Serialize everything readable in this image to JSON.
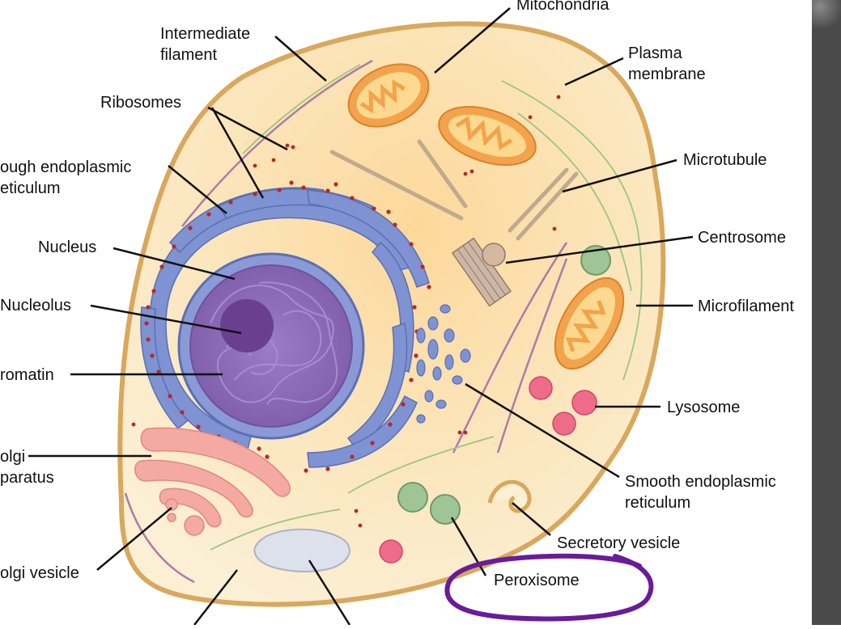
{
  "labels": {
    "mitochondria": "Mitochondria",
    "intermediate_filament_1": "Intermediate",
    "intermediate_filament_2": "filament",
    "plasma_membrane_1": "Plasma",
    "plasma_membrane_2": "membrane",
    "ribosomes": "Ribosomes",
    "rough_er_1": "ough endoplasmic",
    "rough_er_2": "eticulum",
    "microtubule": "Microtubule",
    "nucleus": "Nucleus",
    "centrosome": "Centrosome",
    "nucleolus": "Nucleolus",
    "microfilament": "Microfilament",
    "chromatin": "romatin",
    "lysosome": "Lysosome",
    "golgi_1": "olgi",
    "golgi_2": "paratus",
    "smooth_er_1": "Smooth endoplasmic",
    "smooth_er_2": "reticulum",
    "golgi_vesicle": "olgi vesicle",
    "secretory_vesicle": "Secretory vesicle",
    "peroxisome": "Peroxisome"
  },
  "colors": {
    "cytoplasm": "#fbe6b8",
    "membrane": "#e2b76a",
    "nucleus": "#8b6bb5",
    "er": "#7f92d2",
    "ribosome": "#b5282c",
    "mitochondria": "#f0a04a",
    "golgi": "#f1a7a0",
    "lysosome": "#e6557a",
    "peroxisome": "#9fc596",
    "highlight": "#6a1b9a"
  }
}
